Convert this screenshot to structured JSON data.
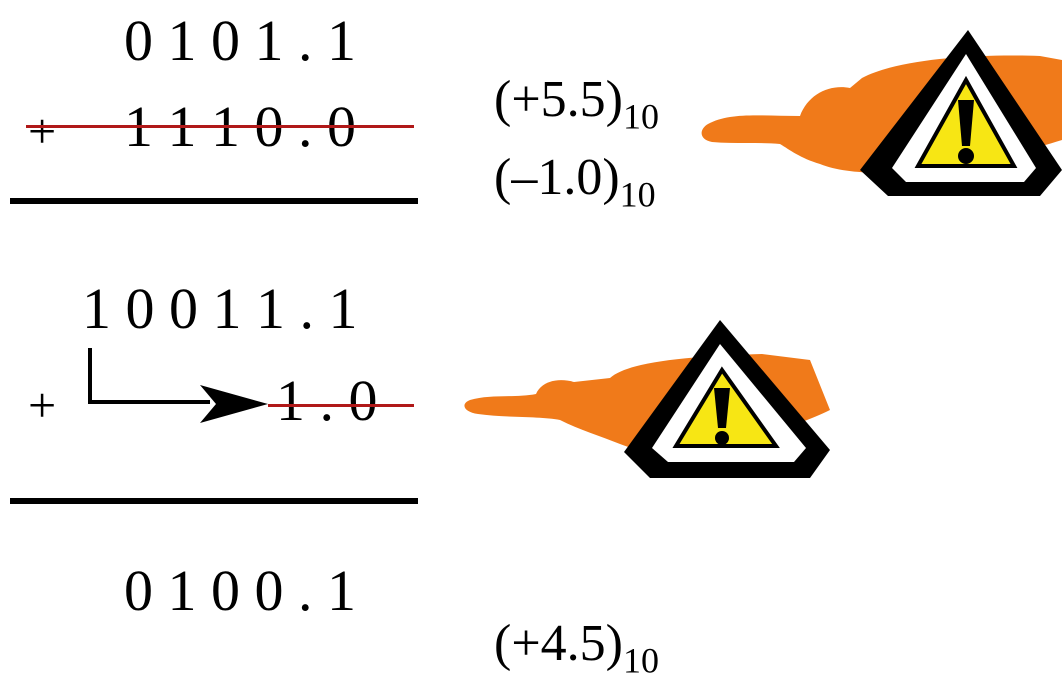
{
  "rows": {
    "row1_bits": "0 1 0 1 . 1",
    "row1_decimal": "(+5.5)",
    "row1_base": "10",
    "row2_op": "+",
    "row2_bits": "1 1 1 0 . 0",
    "row2_decimal": "(–1.0)",
    "row2_base": "10",
    "row3_bits": "1 0 0 1 1 . 1",
    "row4_op": "+",
    "row4_bits": "1 . 0",
    "row5_bits": "0 1 0 0 . 1",
    "row5_decimal": "(+4.5)",
    "row5_base": "10"
  },
  "colors": {
    "strike": "#b01818",
    "hand": "#f07a1a",
    "warning_fill": "#f7e614",
    "ink": "#000000"
  },
  "icons": [
    "pointing-hand-icon",
    "warning-triangle-icon"
  ]
}
